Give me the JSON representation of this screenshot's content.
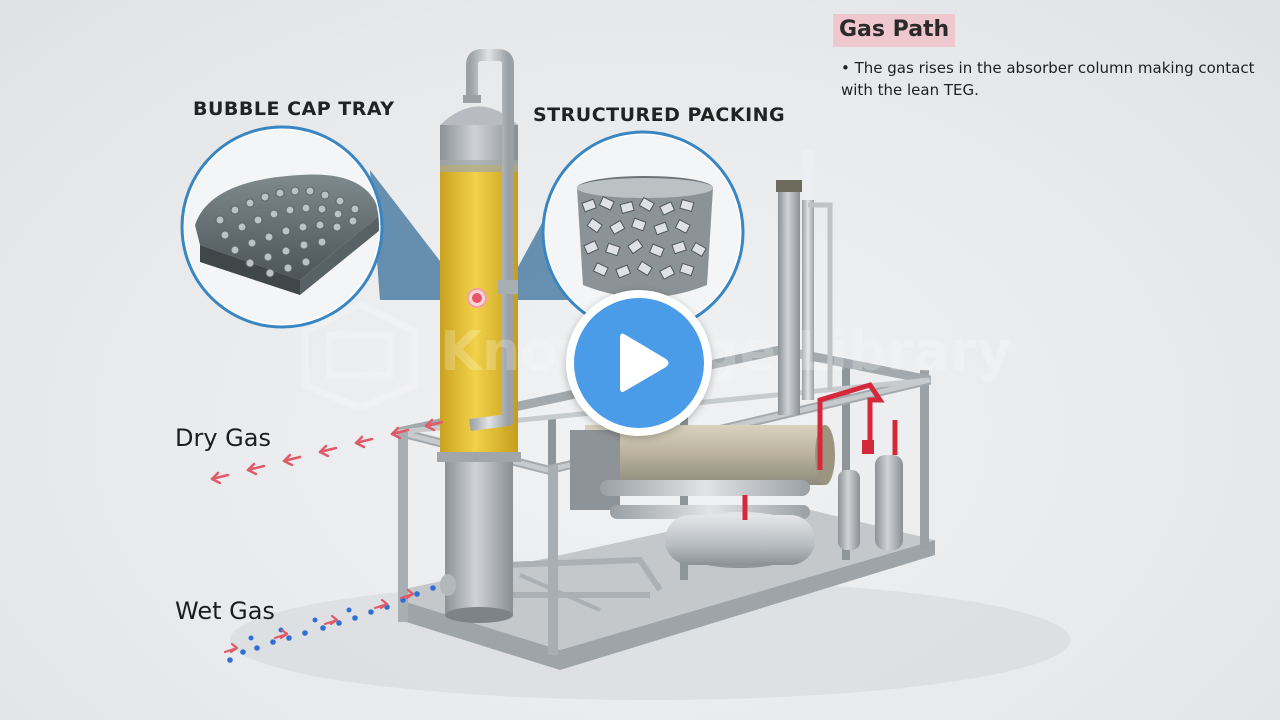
{
  "video": {
    "watermark_text": "Knowledge Library",
    "play_icon": "play-icon"
  },
  "callouts": {
    "bubble_cap": {
      "title": "BUBBLE CAP TRAY"
    },
    "structured_packing": {
      "title": "STRUCTURED PACKING"
    }
  },
  "flows": {
    "dry_gas": "Dry Gas",
    "wet_gas": "Wet Gas"
  },
  "info_panel": {
    "title": "Gas Path",
    "description": "• The gas rises in the absorber column making contact with the lean TEG."
  },
  "colors": {
    "accent_blue": "#3a86c2",
    "play_blue": "#4a9ce8",
    "column_yellow": "#e8c436",
    "dry_gas_arrows": "#e05a6a",
    "wet_gas_dots": "#2f6fd6",
    "title_highlight": "#efc7cf",
    "pipe_red": "#d6283b"
  }
}
